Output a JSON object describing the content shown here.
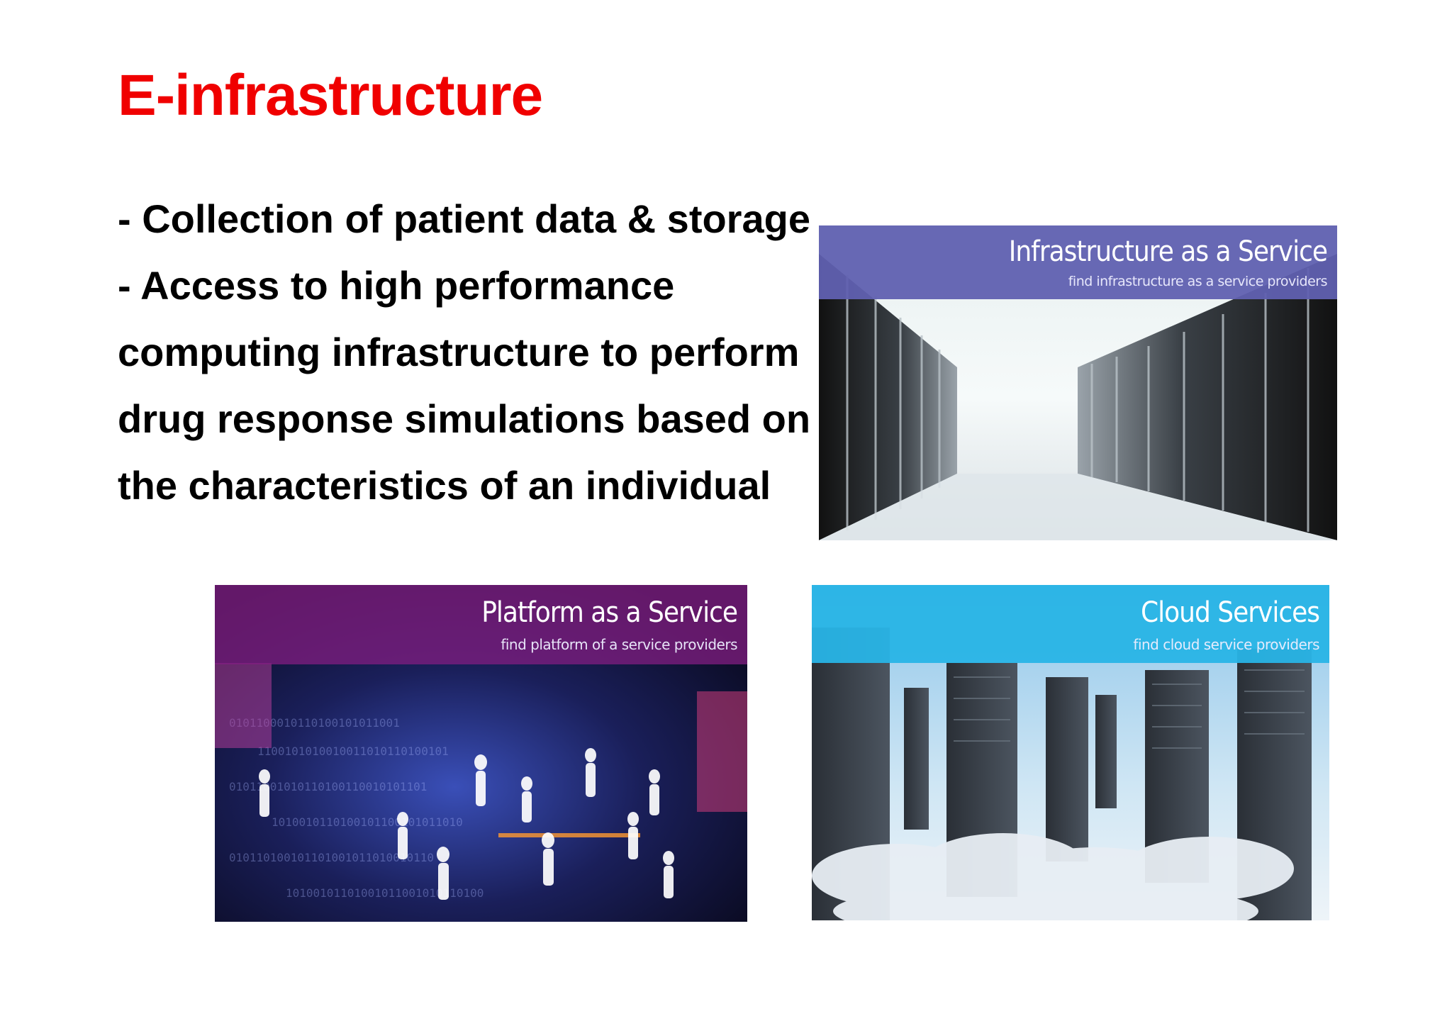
{
  "slide": {
    "title": "E-infrastructure",
    "bullets": [
      "- Collection of patient data & storage",
      "- Access to high performance",
      "computing infrastructure to perform",
      "drug response simulations based on",
      "the characteristics of an individual"
    ]
  },
  "images": {
    "iaas": {
      "banner_title": "Infrastructure as a Service",
      "banner_subtitle": "find infrastructure as a service providers",
      "color": "#6060b0"
    },
    "paas": {
      "banner_title": "Platform as a Service",
      "banner_subtitle": "find platform of a service providers",
      "color": "#821e82"
    },
    "cloud": {
      "banner_title": "Cloud Services",
      "banner_subtitle": "find cloud service providers",
      "color": "#28b4e6"
    }
  },
  "colors": {
    "title": "#f00000",
    "text": "#000000",
    "background": "#ffffff"
  }
}
